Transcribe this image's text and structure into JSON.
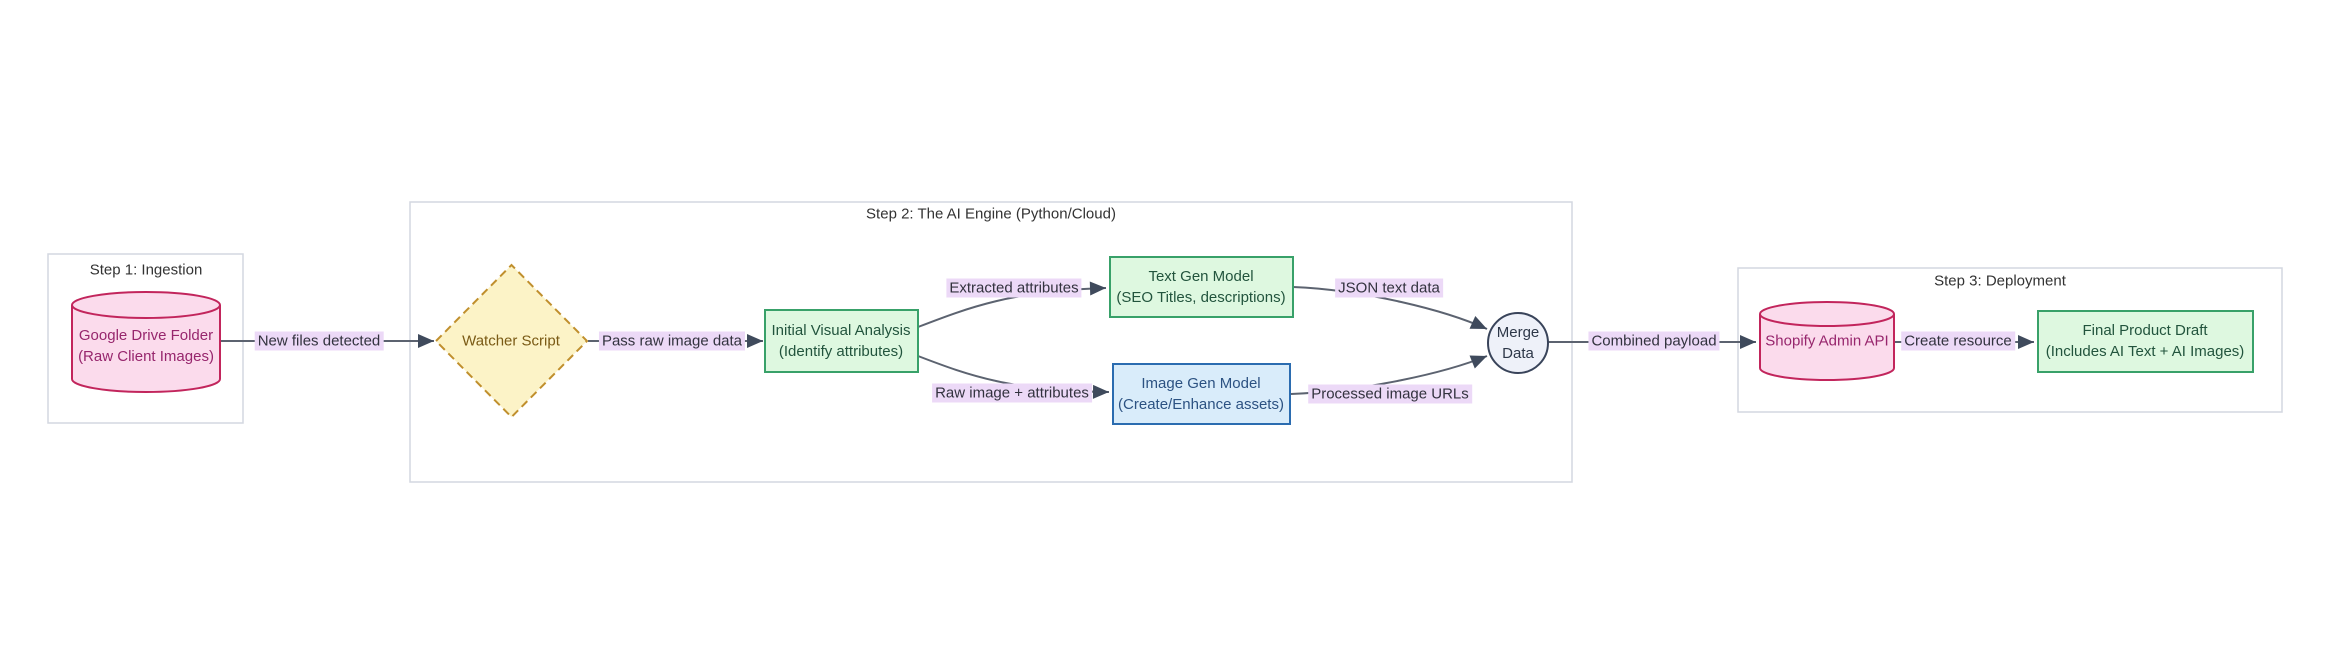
{
  "diagram": {
    "subgraphs": [
      {
        "id": "step1",
        "title": "Step 1: Ingestion"
      },
      {
        "id": "step2",
        "title": "Step 2: The AI Engine (Python/Cloud)"
      },
      {
        "id": "step3",
        "title": "Step 3: Deployment"
      }
    ],
    "nodes": [
      {
        "id": "google-drive",
        "shape": "cylinder",
        "line1": "Google Drive Folder",
        "line2": "(Raw Client Images)"
      },
      {
        "id": "watcher-script",
        "shape": "diamond",
        "line1": "Watcher Script",
        "line2": ""
      },
      {
        "id": "initial-visual",
        "shape": "rect",
        "line1": "Initial Visual Analysis",
        "line2": "(Identify attributes)"
      },
      {
        "id": "text-gen",
        "shape": "rect",
        "line1": "Text Gen Model",
        "line2": "(SEO Titles, descriptions)"
      },
      {
        "id": "image-gen",
        "shape": "rect",
        "line1": "Image Gen Model",
        "line2": "(Create/Enhance assets)"
      },
      {
        "id": "merge-data",
        "shape": "circle",
        "line1": "Merge",
        "line2": "Data"
      },
      {
        "id": "shopify-api",
        "shape": "cylinder",
        "line1": "Shopify Admin API",
        "line2": ""
      },
      {
        "id": "final-draft",
        "shape": "rect",
        "line1": "Final Product Draft",
        "line2": "(Includes AI Text + AI Images)"
      }
    ],
    "edges": [
      {
        "label": "New files detected"
      },
      {
        "label": "Pass raw image data"
      },
      {
        "label": "Extracted attributes"
      },
      {
        "label": "Raw image + attributes"
      },
      {
        "label": "JSON text data"
      },
      {
        "label": "Processed image URLs"
      },
      {
        "label": "Combined payload"
      },
      {
        "label": "Create resource"
      }
    ],
    "colors": {
      "edge_line": "#5c6370",
      "arrowhead": "#3f4a5c",
      "edge_label_bg": "#ecd9f7",
      "subgraph_border": "#d3d7e0",
      "pink_fill": "#fbdbec",
      "pink_stroke": "#c2255c",
      "pink_text": "#97266d",
      "yellow_fill": "#fcf3c7",
      "yellow_stroke": "#c08f2d",
      "yellow_text": "#7a5a15",
      "green_fill": "#def8e0",
      "green_stroke": "#38a169",
      "green_text": "#22543d",
      "blue_fill": "#d9ecfa",
      "blue_stroke": "#2b6cb0",
      "blue_text": "#2c5282",
      "circle_fill": "#eef1f9",
      "circle_stroke": "#39445a",
      "title_text": "#333333"
    }
  }
}
